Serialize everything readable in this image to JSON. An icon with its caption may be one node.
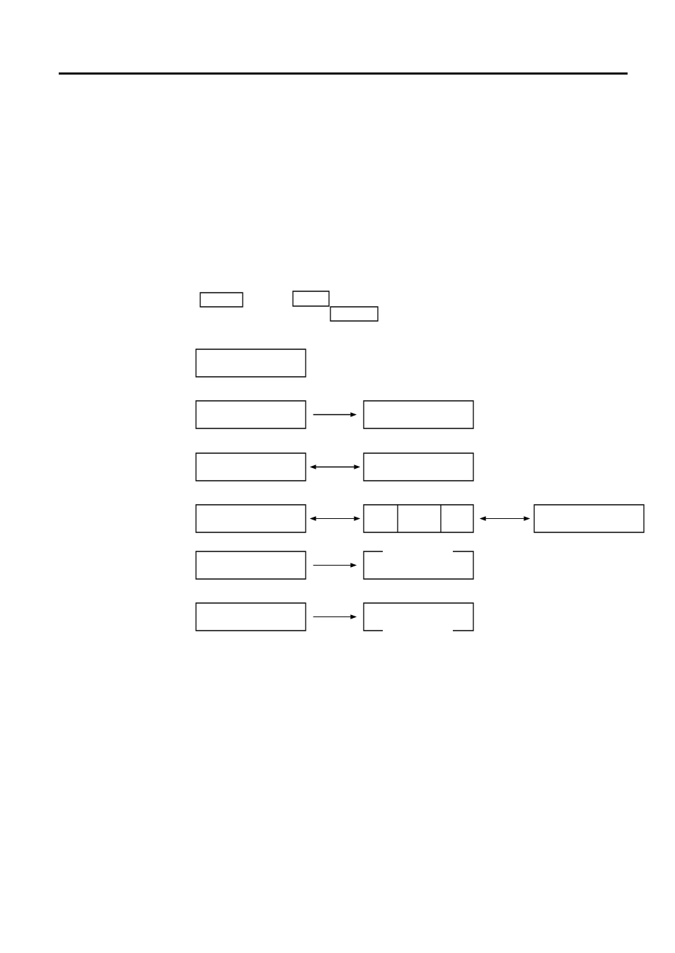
{
  "diagram": {
    "nodes": [
      {
        "text": [],
        "shape": "box"
      },
      {
        "text": [],
        "shape": "box"
      },
      {
        "text": [],
        "shape": "box"
      },
      {
        "text": [],
        "shape": "box"
      },
      {
        "text": [],
        "shape": "box"
      },
      {
        "text": [],
        "shape": "box"
      },
      {
        "text": [],
        "shape": "box"
      },
      {
        "text": [],
        "shape": "box"
      },
      {
        "text": [],
        "shape": "box"
      },
      {
        "text": [],
        "shape": "box"
      },
      {
        "text": [],
        "shape": "box"
      },
      {
        "text": [],
        "shape": "box"
      },
      {
        "text": [],
        "shape": "box"
      },
      {
        "text": [],
        "shape": "box"
      },
      {
        "text": [],
        "shape": "box"
      }
    ],
    "edges": [
      {
        "from": 4,
        "to": 5,
        "arrow": "to"
      },
      {
        "from": 6,
        "to": 7,
        "arrow": "both"
      },
      {
        "from": 8,
        "to": 9,
        "arrow": "both"
      },
      {
        "from": 9,
        "to": 10,
        "arrow": "both"
      },
      {
        "from": 11,
        "to": 12,
        "arrow": "to"
      },
      {
        "from": 13,
        "to": 14,
        "arrow": "to"
      }
    ]
  }
}
